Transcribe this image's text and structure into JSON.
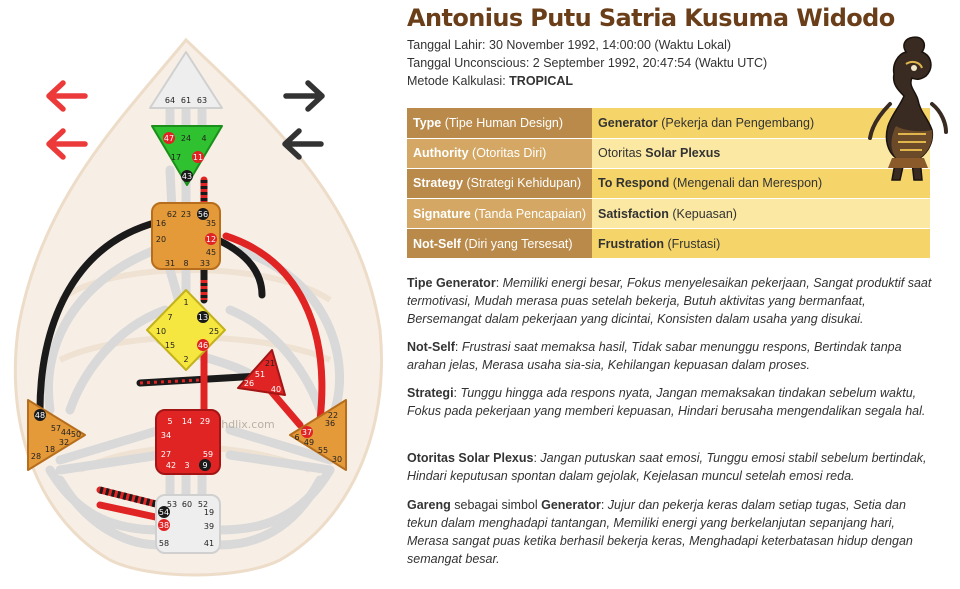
{
  "header": {
    "name": "Antonius Putu Satria Kusuma Widodo",
    "birth_label": "Tanggal Lahir:",
    "birth_value": "30 November 1992, 14:00:00 (Waktu Lokal)",
    "unconscious_label": "Tanggal Unconscious:",
    "unconscious_value": "2 September 1992, 20:47:54 (Waktu UTC)",
    "method_label": "Metode Kalkulasi:",
    "method_value": "TROPICAL"
  },
  "attributes": [
    {
      "key": "Type",
      "key_note": " (Tipe Human Design)",
      "value": "Generator",
      "value_note": " (Pekerja dan Pengembang)"
    },
    {
      "key": "Authority",
      "key_note": " (Otoritas Diri)",
      "value_prefix": "Otoritas ",
      "value": "Solar Plexus",
      "value_note": ""
    },
    {
      "key": "Strategy",
      "key_note": " (Strategi Kehidupan)",
      "value": "To Respond",
      "value_note": " (Mengenali dan Merespon)"
    },
    {
      "key": "Signature",
      "key_note": " (Tanda Pencapaian)",
      "value": "Satisfaction",
      "value_note": " (Kepuasan)"
    },
    {
      "key": "Not-Self",
      "key_note": " (Diri yang Tersesat)",
      "value": "Frustration",
      "value_note": " (Frustasi)"
    }
  ],
  "descriptions": [
    {
      "label": "Tipe Generator",
      "sep": ": ",
      "text": "Memiliki energi besar, Fokus menyelesaikan pekerjaan, Sangat produktif saat termotivasi, Mudah merasa puas setelah bekerja, Butuh aktivitas yang bermanfaat, Bersemangat dalam pekerjaan yang dicintai, Konsisten dalam usaha yang disukai."
    },
    {
      "label": "Not-Self",
      "sep": ": ",
      "text": "Frustrasi saat memaksa hasil, Tidak sabar menunggu respons, Bertindak tanpa arahan jelas, Merasa usaha sia-sia, Kehilangan kepuasan dalam proses."
    },
    {
      "label": "Strategi",
      "sep": ": ",
      "text": "Tunggu hingga ada respons nyata, Jangan memaksakan tindakan sebelum waktu, Fokus pada pekerjaan yang memberi kepuasan, Hindari berusaha mengendalikan segala hal."
    },
    {
      "label": "Otoritas Solar Plexus",
      "sep": ": ",
      "text": "Jangan putuskan saat emosi, Tunggu emosi stabil sebelum bertindak, Hindari keputusan spontan dalam gejolak, Kejelasan muncul setelah emosi reda."
    },
    {
      "label": "Gareng",
      "sep": " sebagai simbol ",
      "label2": "Generator",
      "sep2": ": ",
      "text": "Jujur dan pekerja keras dalam setiap tugas, Setia dan tekun dalam menghadapi tantangan, Memiliki energi yang berkelanjutan sepanjang hari, Merasa sangat puas ketika berhasil bekerja keras, Menghadapi keterbatasan hidup dengan semangat besar."
    }
  ],
  "chart": {
    "watermark": "hdlix.com",
    "head_gates": [
      "64",
      "61",
      "63"
    ],
    "ajna_gates": [
      "47",
      "24",
      "4",
      "17",
      "11",
      "43"
    ],
    "throat_gates": [
      "62",
      "23",
      "56",
      "16",
      "35",
      "20",
      "12",
      "45",
      "31",
      "8",
      "33"
    ],
    "g_gates": [
      "1",
      "13",
      "7",
      "25",
      "10",
      "15",
      "2",
      "46"
    ],
    "heart_gates": [
      "21",
      "51",
      "26",
      "40"
    ],
    "spleen_gates": [
      "48",
      "57",
      "44",
      "50",
      "32",
      "28",
      "18"
    ],
    "sacral_gates": [
      "5",
      "14",
      "29",
      "34",
      "27",
      "59",
      "42",
      "3",
      "9"
    ],
    "solar_gates": [
      "22",
      "36",
      "37",
      "6",
      "49",
      "55",
      "30"
    ],
    "root_gates": [
      "53",
      "60",
      "52",
      "54",
      "19",
      "38",
      "39",
      "58",
      "41"
    ]
  },
  "icons": {
    "left_arrows": [
      "arrow-left-icon",
      "arrow-left-icon"
    ],
    "right_arrows": [
      "arrow-right-icon",
      "arrow-left-icon"
    ],
    "figure": "wayang-gareng-icon"
  },
  "colors": {
    "title": "#6b3e1a",
    "key_cell_dark": "#b98a4a",
    "key_cell_light": "#d4a864",
    "value_cell_dark": "#f5d56a",
    "value_cell_light": "#fbe8a3",
    "defined_red": "#e02424",
    "defined_black": "#1a1a1a",
    "ajna_green": "#2fc12f",
    "g_yellow": "#f6e640",
    "throat_orange": "#e59a3a"
  }
}
